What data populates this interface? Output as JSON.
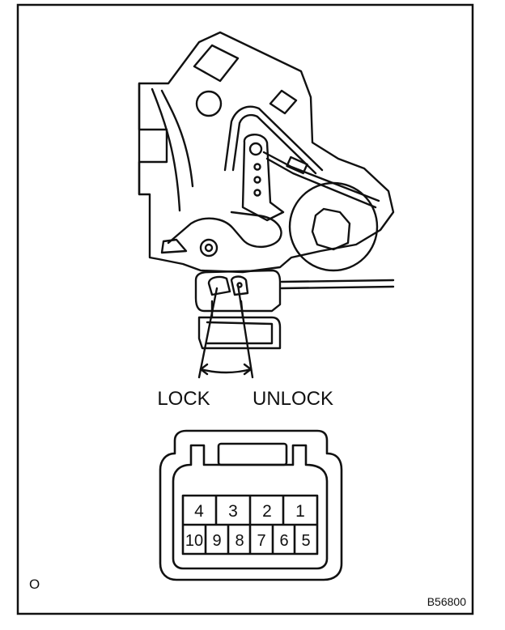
{
  "labels": {
    "lock": "LOCK",
    "unlock": "UNLOCK",
    "corner_mark": "O",
    "figure_code": "B56800"
  },
  "connector": {
    "top_row": [
      "4",
      "3",
      "2",
      "1"
    ],
    "bottom_row": [
      "10",
      "9",
      "8",
      "7",
      "6",
      "5"
    ]
  },
  "colors": {
    "ink": "#111111",
    "paper": "#ffffff"
  }
}
